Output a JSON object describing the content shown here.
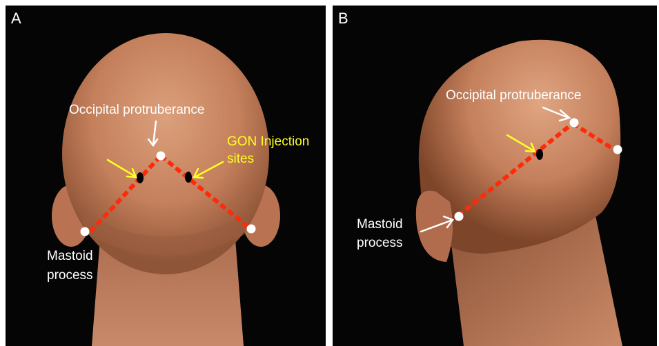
{
  "panels": [
    {
      "letter": "A",
      "labels": {
        "occipital": "Occipital protruberance",
        "gon_line1": "GON Injection",
        "gon_line2": "sites",
        "mastoid_line1": "Mastoid",
        "mastoid_line2": "process"
      }
    },
    {
      "letter": "B",
      "labels": {
        "occipital": "Occipital protruberance",
        "mastoid_line1": "Mastoid",
        "mastoid_line2": "process"
      }
    }
  ],
  "colors": {
    "background": "#050505",
    "skin": "#c9845f",
    "dashed_line": "#ff2a0a",
    "landmark_dot": "#ffffff",
    "injection_dot": "#000000",
    "white_arrow": "#ffffff",
    "yellow_arrow": "#ffff22"
  }
}
